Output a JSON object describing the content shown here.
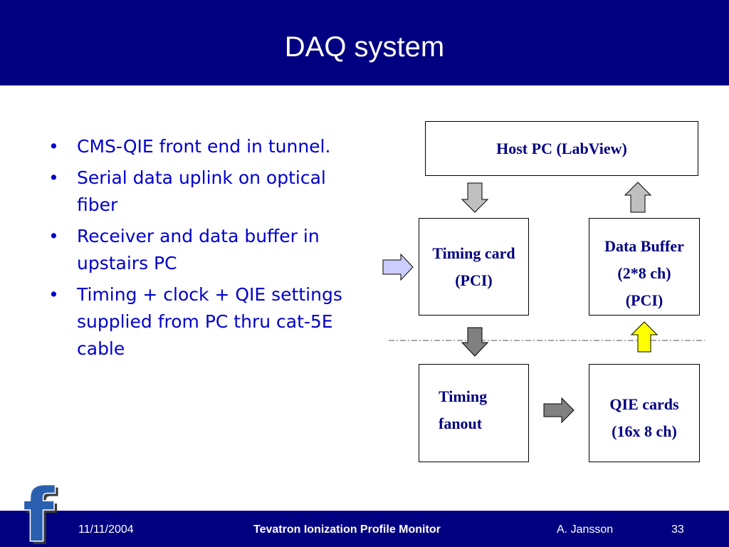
{
  "slide": {
    "title": "DAQ system",
    "bullets": [
      "CMS-QIE front end in tunnel.",
      "Serial data uplink on optical fiber",
      "Receiver and data buffer in upstairs PC",
      "Timing + clock + QIE settings supplied from PC thru cat-5E cable"
    ],
    "bullet_glyph": "•"
  },
  "diagram": {
    "host_pc": "Host PC (LabView)",
    "timing_card": [
      "Timing card",
      "(PCI)"
    ],
    "data_buffer": [
      "Data Buffer",
      "(2*8 ch)",
      "(PCI)"
    ],
    "timing_fanout": [
      "Timing",
      "fanout"
    ],
    "qie_cards": [
      "QIE cards",
      "(16x 8 ch)"
    ]
  },
  "footer": {
    "date": "11/11/2004",
    "title": "Tevatron Ionization Profile Monitor",
    "author": "A. Jansson",
    "page": "33"
  },
  "colors": {
    "header_bg": "#000080",
    "bullet_text": "#0000cc",
    "box_text": "#000080",
    "arrow_gray": "#bfbfbf",
    "arrow_dark": "#808080",
    "arrow_lavender": "#ccccff",
    "arrow_yellow": "#ffff00"
  },
  "logo": {
    "letter": "f"
  }
}
